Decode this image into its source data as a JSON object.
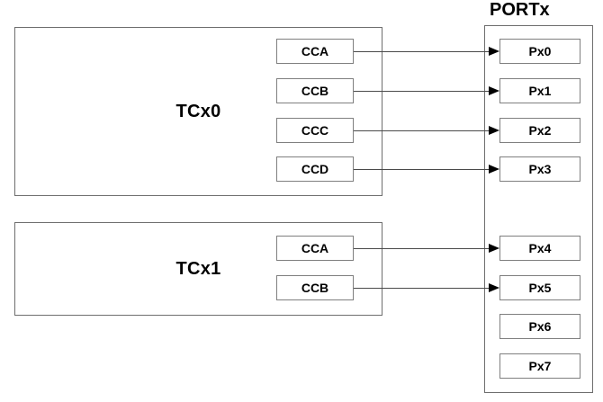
{
  "colors": {
    "background": "#ffffff",
    "box_border": "#6e6e6e",
    "inner_box_border": "#7f7f7f",
    "connector_line": "#4a4a4a",
    "arrowhead": "#000000",
    "text": "#000000"
  },
  "port": {
    "title": "PORTx",
    "pins": [
      {
        "label": "Px0"
      },
      {
        "label": "Px1"
      },
      {
        "label": "Px2"
      },
      {
        "label": "Px3"
      },
      {
        "label": "Px4"
      },
      {
        "label": "Px5"
      },
      {
        "label": "Px6"
      },
      {
        "label": "Px7"
      }
    ]
  },
  "timers": [
    {
      "label": "TCx0",
      "channels": [
        {
          "label": "CCA"
        },
        {
          "label": "CCB"
        },
        {
          "label": "CCC"
        },
        {
          "label": "CCD"
        }
      ]
    },
    {
      "label": "TCx1",
      "channels": [
        {
          "label": "CCA"
        },
        {
          "label": "CCB"
        }
      ]
    }
  ],
  "connections": [
    {
      "from": "TCx0 CCA",
      "to": "Px0"
    },
    {
      "from": "TCx0 CCB",
      "to": "Px1"
    },
    {
      "from": "TCx0 CCC",
      "to": "Px2"
    },
    {
      "from": "TCx0 CCD",
      "to": "Px3"
    },
    {
      "from": "TCx1 CCA",
      "to": "Px4"
    },
    {
      "from": "TCx1 CCB",
      "to": "Px5"
    }
  ]
}
